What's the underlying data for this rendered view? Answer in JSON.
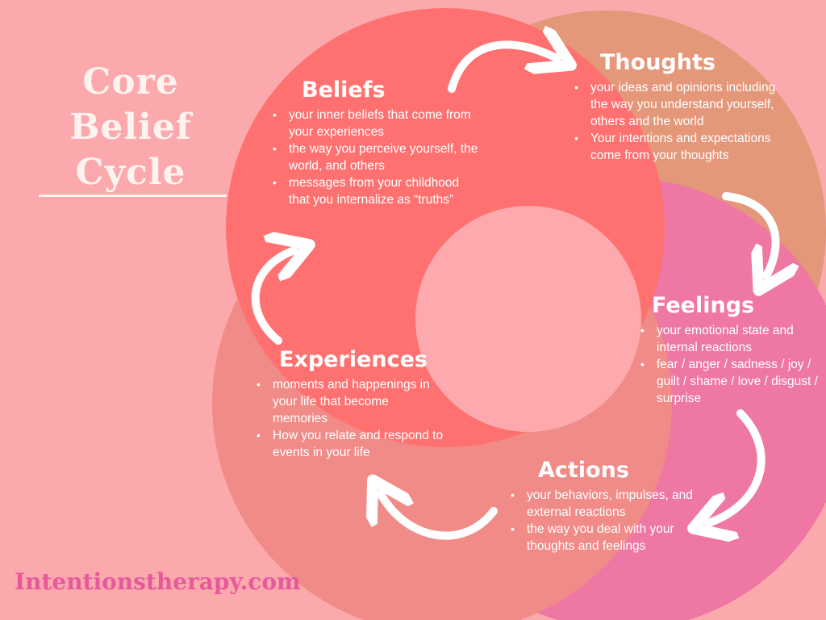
{
  "title": {
    "line1": "Core",
    "line2": "Belief",
    "line3": "Cycle"
  },
  "sections": {
    "beliefs": {
      "heading": "Beliefs",
      "items": [
        "your inner beliefs that come from your experiences",
        "the way you perceive yourself, the world, and others",
        "messages from your childhood that you internalize as “truths”"
      ]
    },
    "thoughts": {
      "heading": "Thoughts",
      "items": [
        "your ideas and opinions including the way you understand yourself, others and the world",
        "Your intentions and expectations come from your thoughts"
      ]
    },
    "feelings": {
      "heading": "Feelings",
      "items": [
        "your emotional state and internal reactions",
        "fear / anger / sadness / joy / guilt / shame / love / disgust /  surprise"
      ]
    },
    "actions": {
      "heading": "Actions",
      "items": [
        "your behaviors, impulses, and external reactions",
        "the way you deal with your thoughts and feelings"
      ]
    },
    "experiences": {
      "heading": "Experiences",
      "items": [
        "moments and happenings in your life that become memories",
        "How you relate and respond to events in your life"
      ]
    }
  },
  "footer": {
    "website": "Intentionstherapy.com"
  },
  "colors": {
    "background": "#fca9ad",
    "beliefs_circle": "#ff7170",
    "thoughts_circle": "#e5977a",
    "feelings_circle": "#ee77a3",
    "actions_circle": "#f08b88",
    "center_hole": "#fda9ad",
    "title_text": "#fff3ef",
    "footer_text": "#e8589a"
  }
}
